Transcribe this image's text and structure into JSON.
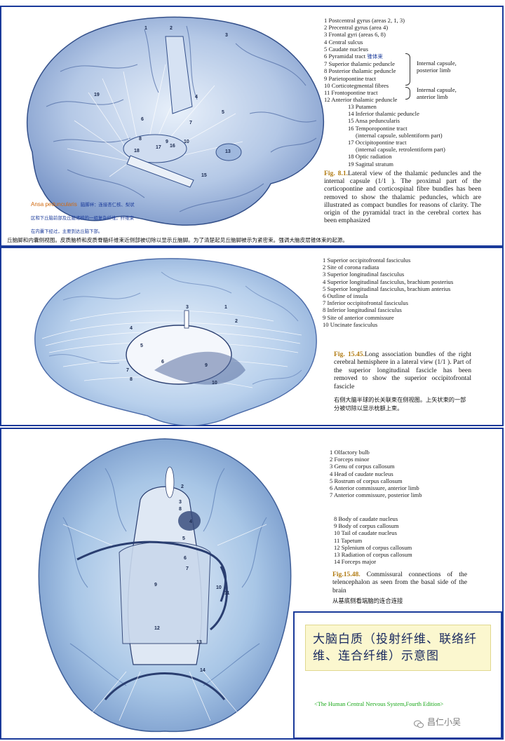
{
  "panel1": {
    "legend": [
      "1 Postcentral gyrus (areas 2, 1, 3)",
      "2 Precentral gyrus (area 4)",
      "3 Frontal gyri (areas 6, 8)",
      "4 Central sulcus",
      "5 Caudate nucleus",
      "6 Pyramidal tract",
      "7 Superior thalamic peduncle",
      "8 Posterior thalamic peduncle",
      "9 Parietopontine tract",
      "10 Corticotegmental fibres",
      "11 Frontopontine tract",
      "12 Anterior thalamic peduncle",
      "13 Putamen",
      "14 Inferior thalamic peduncle",
      "15 Ansa peduncularis",
      "16 Temporopontine tract",
      "(internal capsule, sublentiform part)",
      "17 Occipitopontine tract",
      "(internal capsule, retrolentiform part)",
      "18 Optic radiation",
      "19 Sagittal stratum"
    ],
    "pyramidal_cn": "锥体束",
    "group1": "Internal capsule, posterior limb",
    "group2": "Internal capsule, anterior limb",
    "fig_label": "Fig. 8.1.",
    "caption": "Lateral view of the thalamic peduncles and the internal capsule (1/1 ). The proximal part of the corticopontine and corticospinal fibre bundles has been removed to show the thalamic peduncles, which are illustrated as compact bundles for reasons of clarity. The origin of the pyramidal tract in the cerebral cortex has been emphasized",
    "cn_caption": "丘脑脚和内囊侧视图。皮质脑桥和皮质脊髓纤维束近侧部被切除以显示丘脑脚。为了清楚起见丘脑脚被示为紧密束。强调大脑皮层锥体束的起源。",
    "ansa_title": "Ansa peduncularis",
    "ansa_note": "脑脚袢：连接杏仁核、梨状区和下丘脑前部及丘脑诸核的一组复杂纤维。纤维束在内囊下经过，主要到达丘脑下部。"
  },
  "panel2": {
    "legend": [
      "1 Superior occipitofrontal fasciculus",
      "2 Site of corona radiata",
      "3 Superior longitudinal fasciculus",
      "4 Superior longitudinal fasciculus, brachium posterius",
      "5 Superior longitudinal fasciculus, brachium anterius",
      "6 Outline of insula",
      "7 Inferior occipitofrontal fasciculus",
      "8 Inferior longitudinal fasciculus",
      "9 Site of anterior commissure",
      "10 Uncinate fasciculus"
    ],
    "fig_label": "Fig. 15.45.",
    "caption": "Long association bundles of the right cerebral hemisphere in a lateral view (1/1 ). Part of the superior longitudinal fascicle has been removed to show the superior occipitofrontal fascicle",
    "cn_caption": "右侧大脑半球的长关联束在侧视图。上矢状束的一部分被切除以显示枕额上束。"
  },
  "panel3": {
    "legend_a": [
      "1 Olfactory bulb",
      "2 Forceps minor",
      "3 Genu of corpus callosum",
      "4 Head of caudate nucleus",
      "5 Rostrum of corpus callosum",
      "6 Anterior commissure, anterior limb",
      "7 Anterior commissure, posterior limb"
    ],
    "legend_b": [
      "8 Body of caudate nucleus",
      "9 Body of corpus callosum",
      "10 Tail of caudate nucleus",
      "11 Tapetum",
      "12 Splenium of corpus callosum",
      "13 Radiation of corpus callosum",
      "14 Forceps major"
    ],
    "fig_label": "Fig.15.48.",
    "caption": "Commissural connections of the telencephalon as seen from the basal side of the brain",
    "cn_caption": "从基底侧看端脑的连合连接",
    "title_cn": "大脑白质（投射纤维、联络纤维、连合纤维）示意图",
    "source": "<The Human Central Nervous System,Fourth Edition>",
    "watermark": "昌仁小吴"
  },
  "colors": {
    "border": "#1a3a9a",
    "fig_label": "#b07a10",
    "title_box": "#fbf7cf",
    "source": "#1aa81a",
    "brain": "#a8c6e6"
  },
  "icons": [
    "wechat-icon"
  ]
}
